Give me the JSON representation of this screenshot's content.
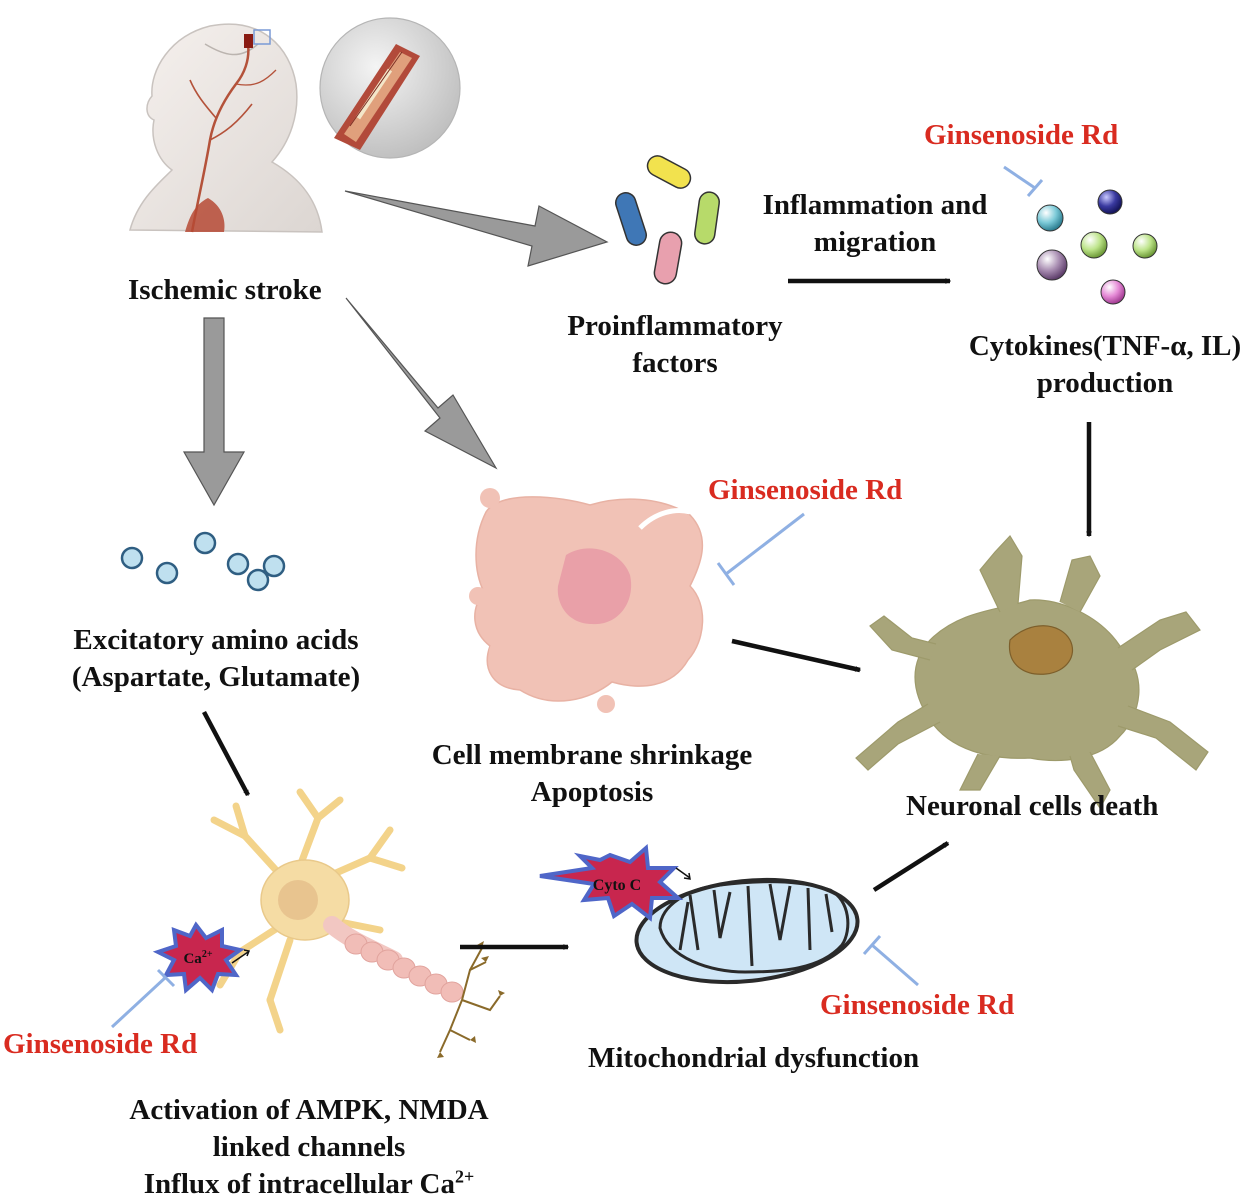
{
  "nodes": {
    "stroke": {
      "label": "Ischemic stroke"
    },
    "proinflammatory": {
      "line1": "Proinflammatory",
      "line2": "factors"
    },
    "inflammation_edge": {
      "line1": "Inflammation and",
      "line2": "migration"
    },
    "cytokines": {
      "line1": "Cytokines(TNF-α, IL)",
      "line2": "production"
    },
    "excitatory": {
      "line1": "Excitatory amino acids",
      "line2": "(Aspartate, Glutamate)"
    },
    "apoptosis": {
      "line1": "Cell membrane shrinkage",
      "line2": "Apoptosis"
    },
    "neuron_death": {
      "label": "Neuronal cells death"
    },
    "ampk": {
      "line1": "Activation of AMPK, NMDA",
      "line2": "linked channels",
      "line3_prefix": "Influx of intracellular Ca",
      "line3_sup": "2+"
    },
    "mito": {
      "label": "Mitochondrial dysfunction"
    }
  },
  "inhibitors": {
    "cytokines": "Ginsenoside Rd",
    "apoptosis": "Ginsenoside Rd",
    "calcium": "Ginsenoside Rd",
    "mito": "Ginsenoside Rd"
  },
  "badges": {
    "calcium": {
      "prefix": "Ca",
      "sup": "2+"
    },
    "cyto_c": "Cyto C"
  },
  "colors": {
    "inhibitor_text": "#d92b20",
    "inhibitor_line": "#8fb0e3",
    "gray_arrow": "#9a9a9a",
    "black_arrow": "#111111",
    "mito_fill": "#cfe6f6",
    "badge_fill": "#c8264e",
    "badge_outline": "#4f66c8"
  }
}
